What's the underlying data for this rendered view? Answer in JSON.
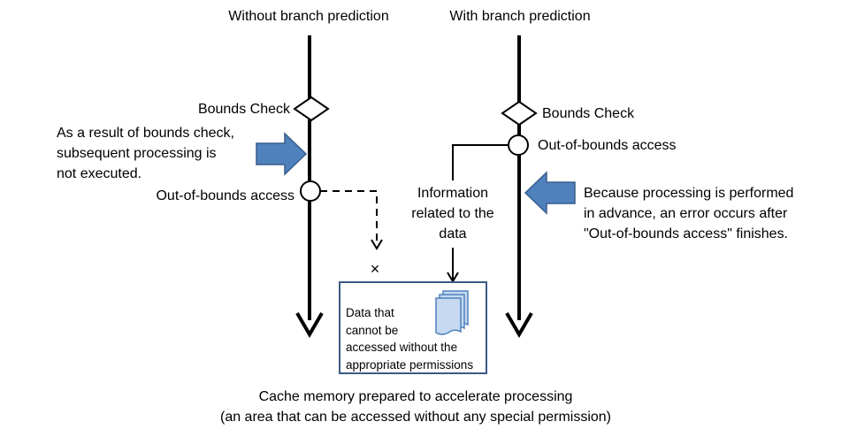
{
  "left_column": {
    "title": "Without branch prediction",
    "bounds_check": "Bounds Check",
    "out_of_bounds": "Out-of-bounds access",
    "note_lines": [
      "As a result of bounds check,",
      "subsequent processing is",
      "not executed."
    ],
    "blocked_mark": "×"
  },
  "right_column": {
    "title": "With branch prediction",
    "bounds_check": "Bounds Check",
    "out_of_bounds": "Out-of-bounds access",
    "info_lines": [
      "Information",
      "related to the",
      "data"
    ],
    "note_lines": [
      "Because processing is performed",
      "in advance, an error occurs after",
      "\"Out-of-bounds access\" finishes."
    ]
  },
  "cache_box": {
    "lines": [
      "Data that",
      "cannot be",
      "accessed without the",
      "appropriate permissions"
    ],
    "icon": "document-stack-icon"
  },
  "caption_lines": [
    "Cache memory prepared to accelerate processing",
    "(an area that can be accessed without any special permission)"
  ],
  "colors": {
    "arrow_fill": "#4f81bd",
    "arrow_stroke": "#385d8a",
    "box_border": "#3b5a84",
    "doc_fill": "#c6d9f1",
    "doc_stroke": "#4f81bd"
  }
}
